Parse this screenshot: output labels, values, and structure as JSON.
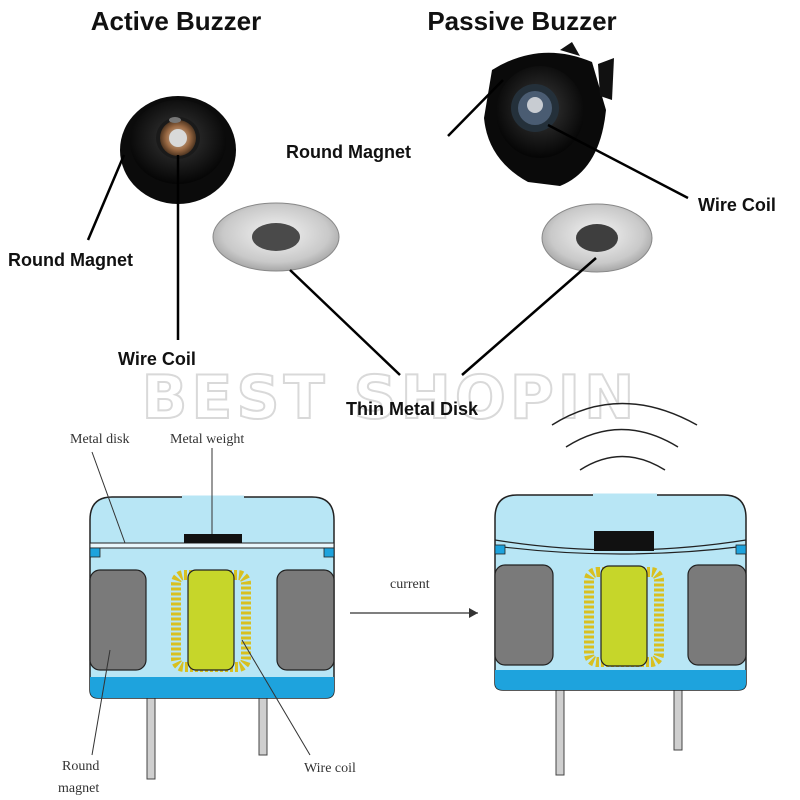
{
  "titles": {
    "active": "Active Buzzer",
    "passive": "Passive Buzzer"
  },
  "labels": {
    "active_magnet": "Round Magnet",
    "active_coil": "Wire Coil",
    "passive_magnet": "Round Magnet",
    "passive_coil": "Wire Coil",
    "disk": "Thin Metal Disk"
  },
  "watermark": "BEST SHOPIN",
  "diagram": {
    "metal_disk": "Metal disk",
    "metal_weight": "Metal weight",
    "current": "current",
    "round": "Round",
    "magnet": "magnet",
    "wire_coil": "Wire coil"
  },
  "colors": {
    "body": "#b8e6f5",
    "base": "#1ea3dd",
    "magnet": "#7a7a7a",
    "coil": "#c6d62a",
    "winding": "#f2e33b"
  }
}
